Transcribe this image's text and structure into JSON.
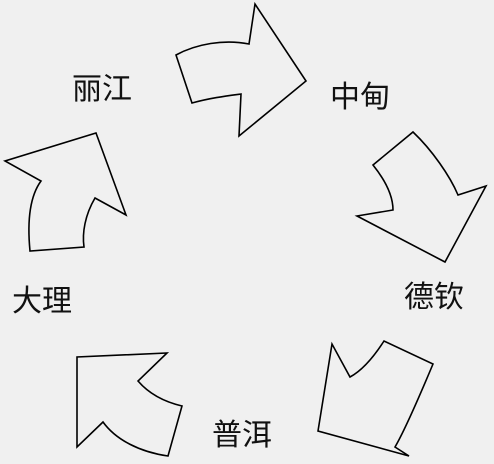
{
  "diagram": {
    "background": "#f0f0f0",
    "stroke_color": "#000000",
    "nodes": [
      {
        "id": "lijiang",
        "label": "丽江"
      },
      {
        "id": "zhongdian",
        "label": "中甸"
      },
      {
        "id": "deqin",
        "label": "德钦"
      },
      {
        "id": "puer",
        "label": "普洱"
      },
      {
        "id": "dali",
        "label": "大理"
      }
    ],
    "cycle_order": [
      "lijiang",
      "zhongdian",
      "deqin",
      "puer",
      "dali",
      "lijiang"
    ]
  }
}
